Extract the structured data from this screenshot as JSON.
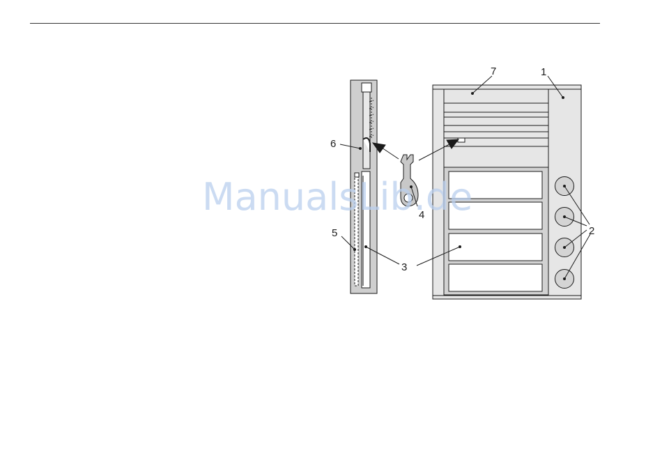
{
  "watermark": "ManualsLib.de",
  "callouts": {
    "c1": "1",
    "c2": "2",
    "c3": "3",
    "c4": "4",
    "c5": "5",
    "c6": "6",
    "c7": "7"
  },
  "colors": {
    "line": "#1a1a1a",
    "panel_fill": "#e6e6e6",
    "frame_fill": "#d2d2d2",
    "button_fill": "#d4d4d4",
    "watermark": "#b9cfee"
  }
}
